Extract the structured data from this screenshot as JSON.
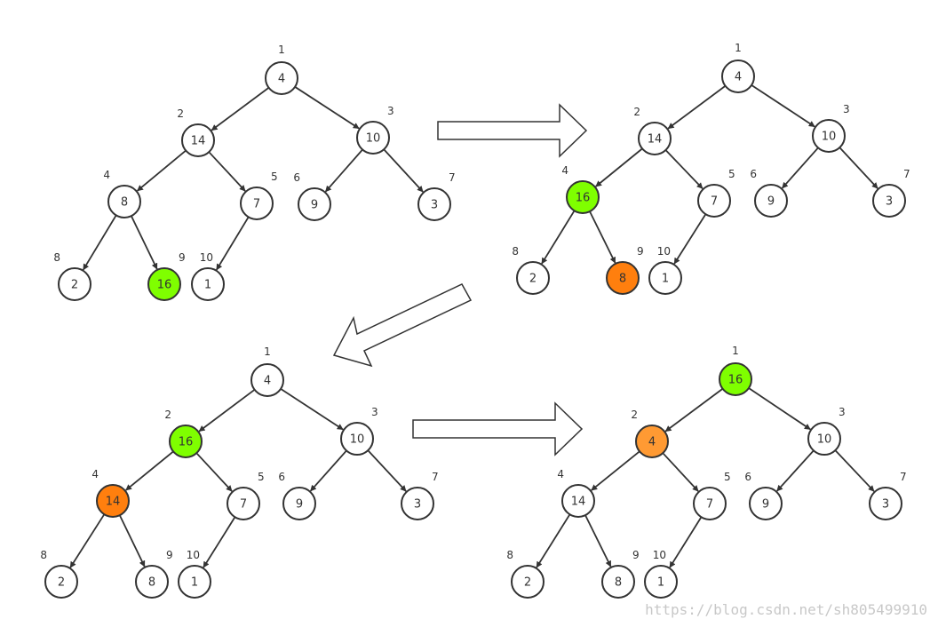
{
  "colors": {
    "default": "#ffffff",
    "highlight_green": "#7fff00",
    "highlight_orange": "#ff7f0e",
    "highlight_light_orange": "#ff9a33"
  },
  "diagrams": [
    {
      "name": "step-1",
      "nodes": [
        {
          "index": "1",
          "value": "4",
          "color": "default"
        },
        {
          "index": "2",
          "value": "14",
          "color": "default"
        },
        {
          "index": "3",
          "value": "10",
          "color": "default"
        },
        {
          "index": "4",
          "value": "8",
          "color": "default"
        },
        {
          "index": "5",
          "value": "7",
          "color": "default"
        },
        {
          "index": "6",
          "value": "9",
          "color": "default"
        },
        {
          "index": "7",
          "value": "3",
          "color": "default"
        },
        {
          "index": "8",
          "value": "2",
          "color": "default"
        },
        {
          "index": "9",
          "value": "16",
          "color": "highlight_green"
        },
        {
          "index": "10",
          "value": "1",
          "color": "default"
        }
      ]
    },
    {
      "name": "step-2",
      "nodes": [
        {
          "index": "1",
          "value": "4",
          "color": "default"
        },
        {
          "index": "2",
          "value": "14",
          "color": "default"
        },
        {
          "index": "3",
          "value": "10",
          "color": "default"
        },
        {
          "index": "4",
          "value": "16",
          "color": "highlight_green"
        },
        {
          "index": "5",
          "value": "7",
          "color": "default"
        },
        {
          "index": "6",
          "value": "9",
          "color": "default"
        },
        {
          "index": "7",
          "value": "3",
          "color": "default"
        },
        {
          "index": "8",
          "value": "2",
          "color": "default"
        },
        {
          "index": "9",
          "value": "8",
          "color": "highlight_orange"
        },
        {
          "index": "10",
          "value": "1",
          "color": "default"
        }
      ]
    },
    {
      "name": "step-3",
      "nodes": [
        {
          "index": "1",
          "value": "4",
          "color": "default"
        },
        {
          "index": "2",
          "value": "16",
          "color": "highlight_green"
        },
        {
          "index": "3",
          "value": "10",
          "color": "default"
        },
        {
          "index": "4",
          "value": "14",
          "color": "highlight_orange"
        },
        {
          "index": "5",
          "value": "7",
          "color": "default"
        },
        {
          "index": "6",
          "value": "9",
          "color": "default"
        },
        {
          "index": "7",
          "value": "3",
          "color": "default"
        },
        {
          "index": "8",
          "value": "2",
          "color": "default"
        },
        {
          "index": "9",
          "value": "8",
          "color": "default"
        },
        {
          "index": "10",
          "value": "1",
          "color": "default"
        }
      ]
    },
    {
      "name": "step-4",
      "nodes": [
        {
          "index": "1",
          "value": "16",
          "color": "highlight_green"
        },
        {
          "index": "2",
          "value": "4",
          "color": "highlight_light_orange"
        },
        {
          "index": "3",
          "value": "10",
          "color": "default"
        },
        {
          "index": "4",
          "value": "14",
          "color": "default"
        },
        {
          "index": "5",
          "value": "7",
          "color": "default"
        },
        {
          "index": "6",
          "value": "9",
          "color": "default"
        },
        {
          "index": "7",
          "value": "3",
          "color": "default"
        },
        {
          "index": "8",
          "value": "2",
          "color": "default"
        },
        {
          "index": "9",
          "value": "8",
          "color": "default"
        },
        {
          "index": "10",
          "value": "1",
          "color": "default"
        }
      ]
    }
  ],
  "watermark": "https://blog.csdn.net/sh805499910"
}
